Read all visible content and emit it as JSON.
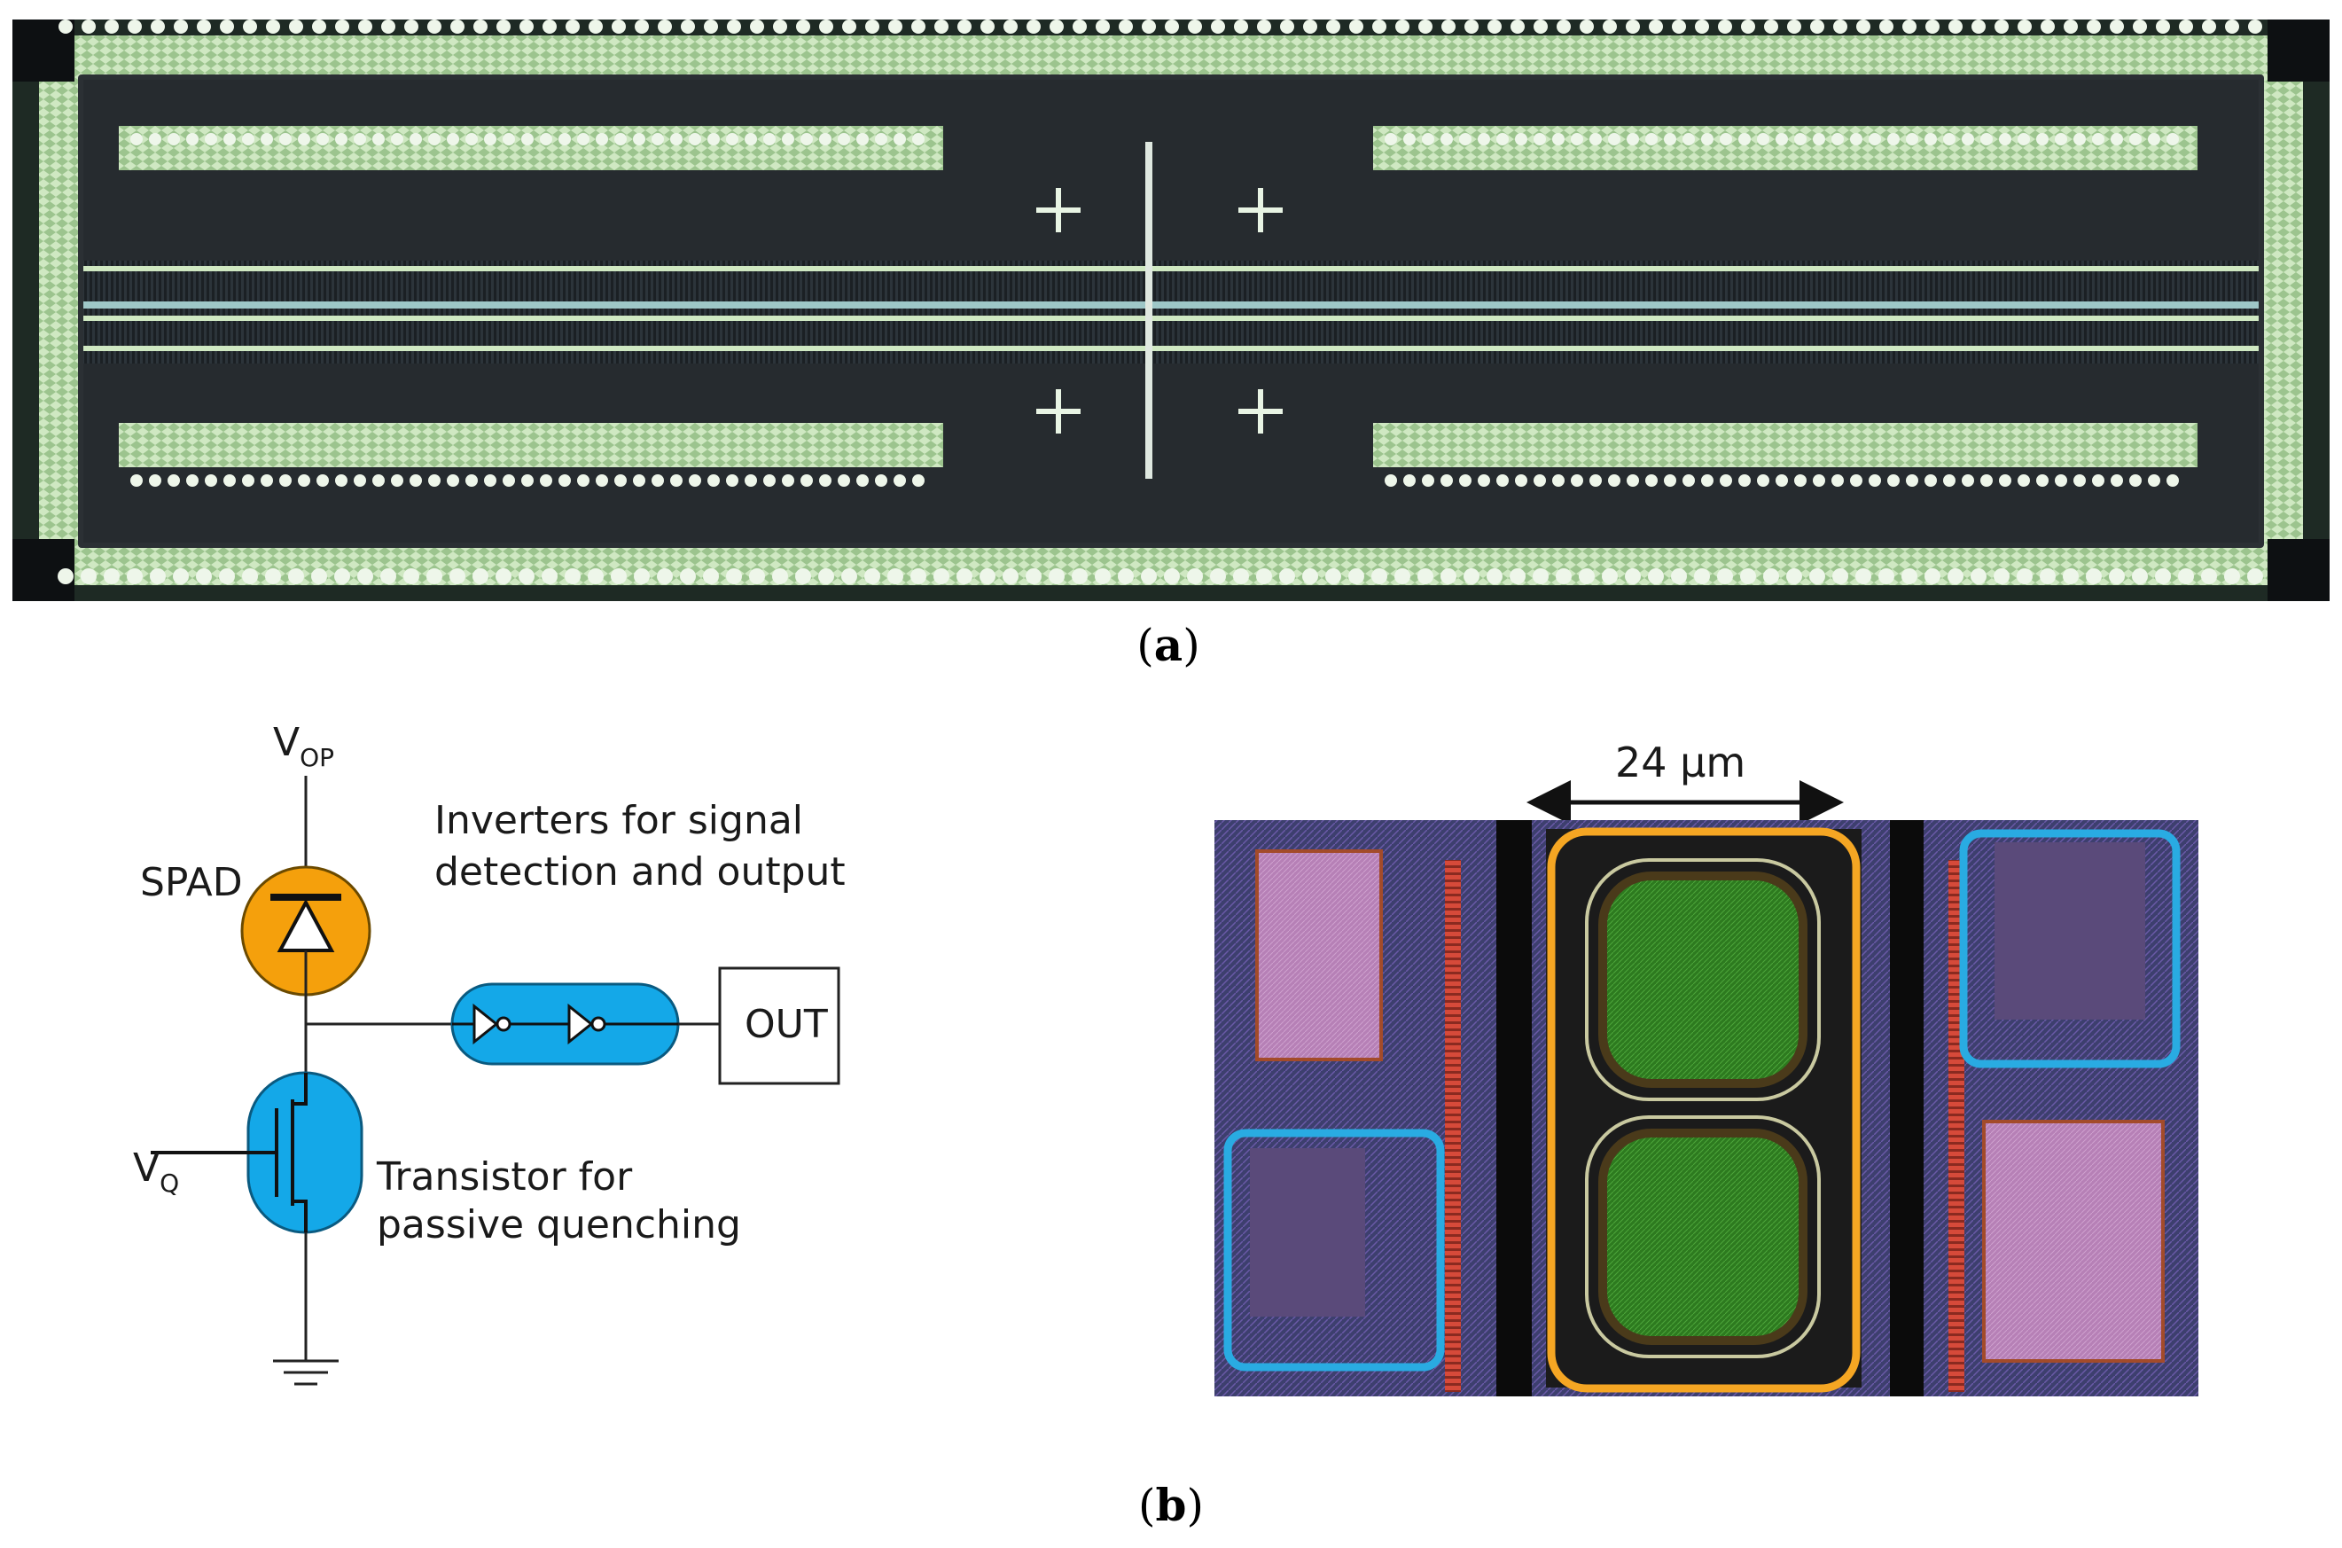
{
  "captions": {
    "a": "a",
    "b": "b"
  },
  "circuit": {
    "vop": "V",
    "vop_sub": "OP",
    "spad_label": "SPAD",
    "inverters_line1": "Inverters for signal",
    "inverters_line2": "detection and output",
    "out_label": "OUT",
    "vq": "V",
    "vq_sub": "Q",
    "transistor_line1": "Transistor for",
    "transistor_line2": "passive quenching"
  },
  "layout": {
    "dimension_label": "24 µm"
  },
  "colors": {
    "spad_fill": "#f5a00c",
    "transistor_fill": "#14a8e8",
    "inverter_fill": "#14a8e8",
    "highlight_orange": "#f5a623",
    "highlight_blue": "#29abe2",
    "chip_background": "#15191c",
    "chip_green": "#b6d9a6"
  },
  "icons": {
    "ground": "ground-icon",
    "diode": "diode-icon",
    "inverter": "inverter-icon"
  }
}
